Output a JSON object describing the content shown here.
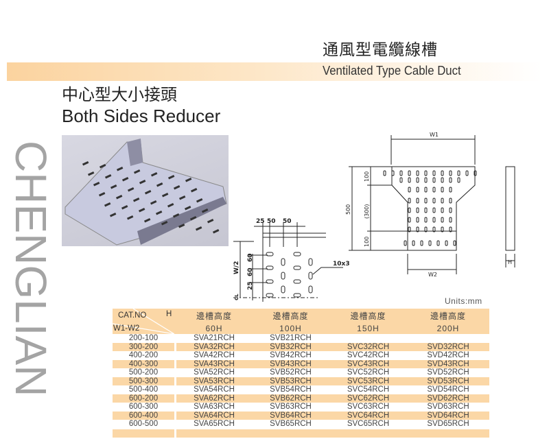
{
  "header": {
    "title_zh": "通風型電纜線槽",
    "title_en": "Ventilated Type Cable Duct"
  },
  "section": {
    "title_zh": "中心型大小接頭",
    "title_en": "Both Sides Reducer"
  },
  "drawing_detail": {
    "d1": "25",
    "d2": "50",
    "d3": "50",
    "v1": "60",
    "v2": "60",
    "v3": "25",
    "w_half": "W/2",
    "cl": "CL",
    "slot": "10x30"
  },
  "drawing_main": {
    "w1": "W1",
    "w2": "W2",
    "total": "500",
    "top": "100",
    "mid": "(300)",
    "bottom": "100",
    "h": "H"
  },
  "units": "Units:mm",
  "table": {
    "corner_top": "CAT.NO",
    "corner_h": "H",
    "corner_bottom": "W1-W2",
    "columns": [
      {
        "zh": "邊槽高度",
        "h": "60H"
      },
      {
        "zh": "邊槽高度",
        "h": "100H"
      },
      {
        "zh": "邊槽高度",
        "h": "150H"
      },
      {
        "zh": "邊槽高度",
        "h": "200H"
      }
    ],
    "rows": [
      [
        "200-100",
        "SVA21RCH",
        "SVB21RCH",
        "",
        ""
      ],
      [
        "300-200",
        "SVA32RCH",
        "SVB32RCH",
        "SVC32RCH",
        "SVD32RCH"
      ],
      [
        "400-200",
        "SVA42RCH",
        "SVB42RCH",
        "SVC42RCH",
        "SVD42RCH"
      ],
      [
        "400-300",
        "SVA43RCH",
        "SVB43RCH",
        "SVC43RCH",
        "SVD43RCH"
      ],
      [
        "500-200",
        "SVA52RCH",
        "SVB52RCH",
        "SVC52RCH",
        "SVD52RCH"
      ],
      [
        "500-300",
        "SVA53RCH",
        "SVB53RCH",
        "SVC53RCH",
        "SVD53RCH"
      ],
      [
        "500-400",
        "SVA54RCH",
        "SVB54RCH",
        "SVC54RCH",
        "SVD54RCH"
      ],
      [
        "600-200",
        "SVA62RCH",
        "SVB62RCH",
        "SVC62RCH",
        "SVD62RCH"
      ],
      [
        "600-300",
        "SVA63RCH",
        "SVB63RCH",
        "SVC63RCH",
        "SVD63RCH"
      ],
      [
        "600-400",
        "SVA64RCH",
        "SVB64RCH",
        "SVC64RCH",
        "SVD64RCH"
      ],
      [
        "600-500",
        "SVA65RCH",
        "SVB65RCH",
        "SVC65RCH",
        "SVD65RCH"
      ]
    ]
  },
  "watermark": "CHENGLIAN"
}
